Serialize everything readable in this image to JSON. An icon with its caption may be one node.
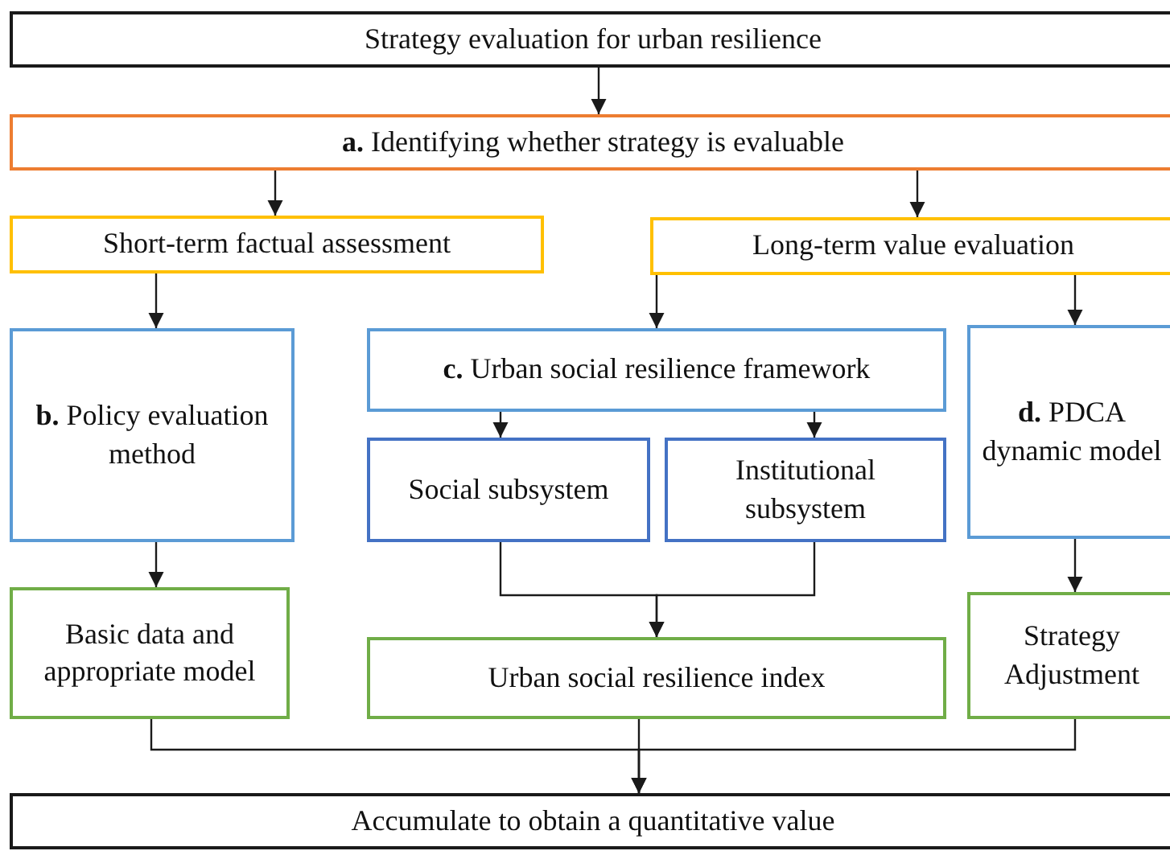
{
  "diagram": {
    "nodes": [
      {
        "text": [
          "Strategy evaluation for urban resilience"
        ]
      },
      {
        "text": [
          "**a.** Identifying whether strategy is evaluable"
        ]
      },
      {
        "text": [
          "Short-term factual assessment"
        ]
      },
      {
        "text": [
          "Long-term value evaluation"
        ]
      },
      {
        "text": [
          "**b.** Policy evaluation method"
        ]
      },
      {
        "text": [
          "**c.** Urban social resilience framework"
        ]
      },
      {
        "text": [
          "Social subsystem"
        ]
      },
      {
        "text": [
          "Institutional subsystem"
        ]
      },
      {
        "text": [
          "**d.** PDCA dynamic model"
        ]
      },
      {
        "text": [
          "Basic data and appropriate model"
        ]
      },
      {
        "text": [
          "Urban social resilience index"
        ]
      },
      {
        "text": [
          "Strategy Adjustment"
        ]
      },
      {
        "text": [
          "Accumulate to obtain a quantitative value"
        ]
      }
    ],
    "edges": [
      {
        "from": 0,
        "to": 1,
        "arrow": "to"
      },
      {
        "from": 1,
        "to": 2,
        "arrow": "to"
      },
      {
        "from": 1,
        "to": 3,
        "arrow": "to"
      },
      {
        "from": 2,
        "to": 4,
        "arrow": "to"
      },
      {
        "from": 3,
        "to": 5,
        "arrow": "to"
      },
      {
        "from": 3,
        "to": 8,
        "arrow": "to"
      },
      {
        "from": 5,
        "to": 6,
        "arrow": "to"
      },
      {
        "from": 5,
        "to": 7,
        "arrow": "to"
      },
      {
        "from": 6,
        "to": 10,
        "arrow": "to"
      },
      {
        "from": 7,
        "to": 10,
        "arrow": "to"
      },
      {
        "from": 4,
        "to": 9,
        "arrow": "to"
      },
      {
        "from": 8,
        "to": 11,
        "arrow": "to"
      },
      {
        "from": 9,
        "to": 12,
        "arrow": "to"
      },
      {
        "from": 10,
        "to": 12,
        "arrow": "to"
      },
      {
        "from": 11,
        "to": 12,
        "arrow": "to"
      }
    ]
  }
}
